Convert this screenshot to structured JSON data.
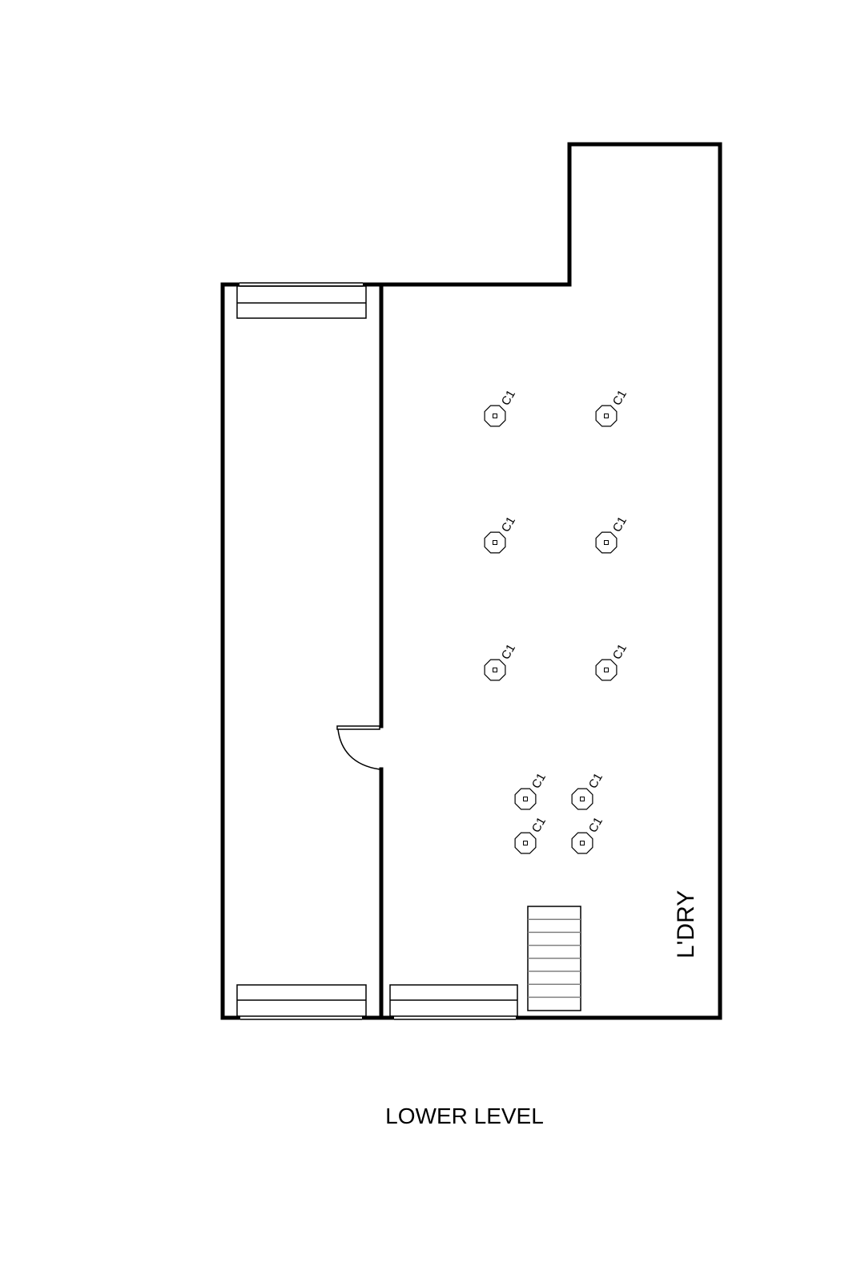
{
  "plan": {
    "title": "LOWER LEVEL",
    "room_label": "L'DRY",
    "fixture_label": "C1",
    "fixture_count": 10
  },
  "colors": {
    "wall": "#000000",
    "background": "#ffffff",
    "stair_tread": "#808080"
  }
}
